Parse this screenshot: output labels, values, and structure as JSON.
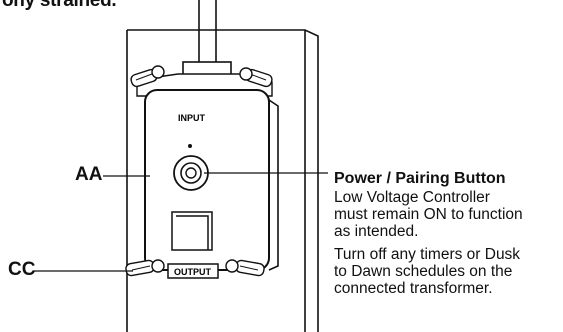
{
  "header_fragment": "ony strained.",
  "device_labels": {
    "input": "INPUT",
    "output": "OUTPUT"
  },
  "callouts": {
    "aa": "AA",
    "cc": "CC"
  },
  "info": {
    "title": "Power / Pairing Button",
    "paragraph1": "Low Voltage Controller\nmust remain ON to function\nas intended.",
    "paragraph2": "Turn off any timers or Dusk\nto Dawn schedules on the\nconnected transformer."
  }
}
